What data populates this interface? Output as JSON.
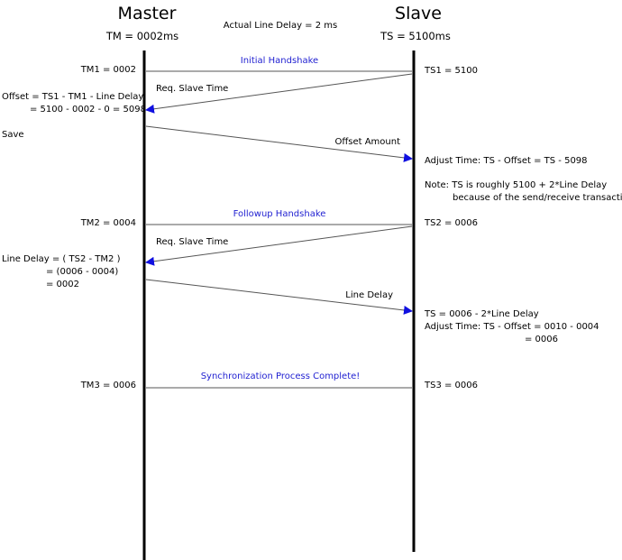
{
  "header": {
    "master_title": "Master",
    "slave_title": "Slave",
    "master_time": "TM = 0002ms",
    "slave_time": "TS = 5100ms",
    "line_delay": "Actual Line Delay = 2 ms"
  },
  "messages": {
    "initial_handshake": "Initial Handshake",
    "req_slave_time_1": "Req. Slave Time",
    "offset_amount": "Offset Amount",
    "followup_handshake": "Followup Handshake",
    "req_slave_time_2": "Req. Slave Time",
    "line_delay_msg": "Line Delay",
    "sync_complete": "Synchronization Process Complete!"
  },
  "master_notes": {
    "tm1": "TM1 = 0002",
    "offset_line1": "Offset = TS1 - TM1 - Line Delay",
    "offset_line2": "= 5100 - 0002 - 0 = 5098",
    "save": "Save",
    "tm2": "TM2 = 0004",
    "delay_line1": "Line Delay = ( TS2 - TM2 )",
    "delay_line2": "= (0006 - 0004)",
    "delay_line3": "= 0002",
    "tm3": "TM3 = 0006"
  },
  "slave_notes": {
    "ts1": "TS1 = 5100",
    "adjust1": "Adjust Time: TS - Offset = TS - 5098",
    "note_line1": "Note: TS is roughly 5100 + 2*Line Delay",
    "note_line2": "because of the send/receive transaction",
    "ts2": "TS2 = 0006",
    "ts_calc": "TS = 0006 - 2*Line Delay",
    "adjust2": "Adjust Time: TS - Offset = 0010 - 0004",
    "adjust2_result": "= 0006",
    "ts3": "TS3 = 0006"
  },
  "colors": {
    "lifeline": "#000000",
    "arrow": "#555555",
    "arrowhead": "#1010e0",
    "highlight_text": "#1f1fd1"
  }
}
